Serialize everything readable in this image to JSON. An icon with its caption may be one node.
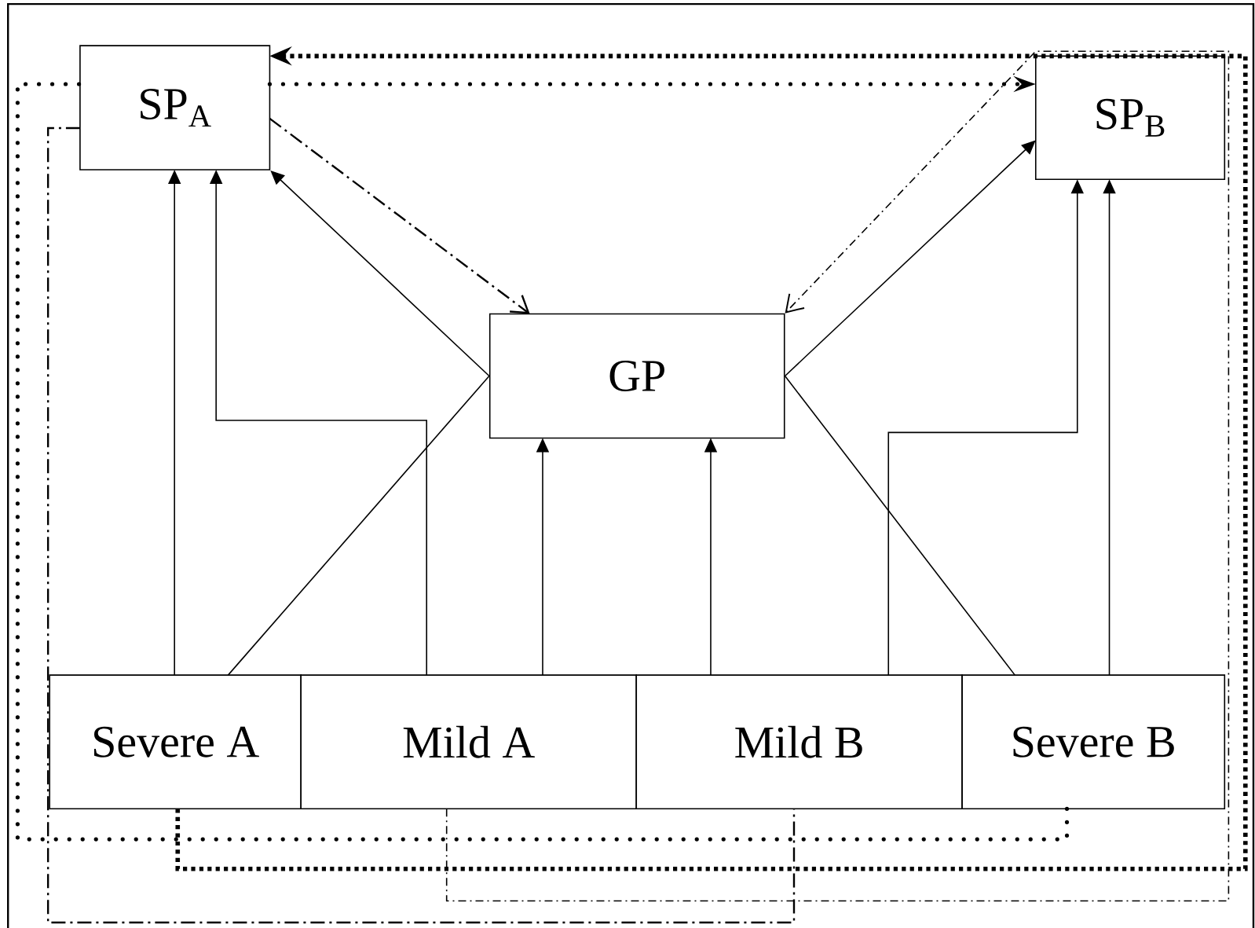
{
  "diagram": {
    "nodes": [
      {
        "text": [
          "SP$_{A}$"
        ]
      },
      {
        "text": [
          "SP$_{B}$"
        ]
      },
      {
        "text": [
          "GP"
        ]
      },
      {
        "text": [
          "Severe A"
        ]
      },
      {
        "text": [
          "Mild A"
        ]
      },
      {
        "text": [
          "Mild B"
        ]
      },
      {
        "text": [
          "Severe B"
        ]
      }
    ],
    "edges": [
      {
        "from": 3,
        "to": 0,
        "arrow": "to"
      },
      {
        "from": 4,
        "to": 0,
        "arrow": "to"
      },
      {
        "from": 3,
        "to": 2,
        "arrow": "none"
      },
      {
        "from": 2,
        "to": 0,
        "arrow": "to"
      },
      {
        "from": 4,
        "to": 2,
        "arrow": "to"
      },
      {
        "from": 5,
        "to": 2,
        "arrow": "to"
      },
      {
        "from": 6,
        "to": 2,
        "arrow": "none"
      },
      {
        "from": 2,
        "to": 1,
        "arrow": "to"
      },
      {
        "from": 5,
        "to": 1,
        "arrow": "to"
      },
      {
        "from": 6,
        "to": 1,
        "arrow": "to"
      },
      {
        "from": 0,
        "to": 2,
        "arrow": "to",
        "style": "dashed"
      },
      {
        "from": 4,
        "to": 2,
        "arrow": "to",
        "style": "dashed"
      },
      {
        "from": 0,
        "to": 5,
        "arrow": "none",
        "style": "dashed"
      },
      {
        "from": 6,
        "to": 0,
        "arrow": "none",
        "style": "dashed"
      },
      {
        "from": 0,
        "to": 1,
        "arrow": "to",
        "style": "dashed"
      },
      {
        "from": 3,
        "to": 0,
        "arrow": "to",
        "style": "dashed"
      }
    ]
  }
}
